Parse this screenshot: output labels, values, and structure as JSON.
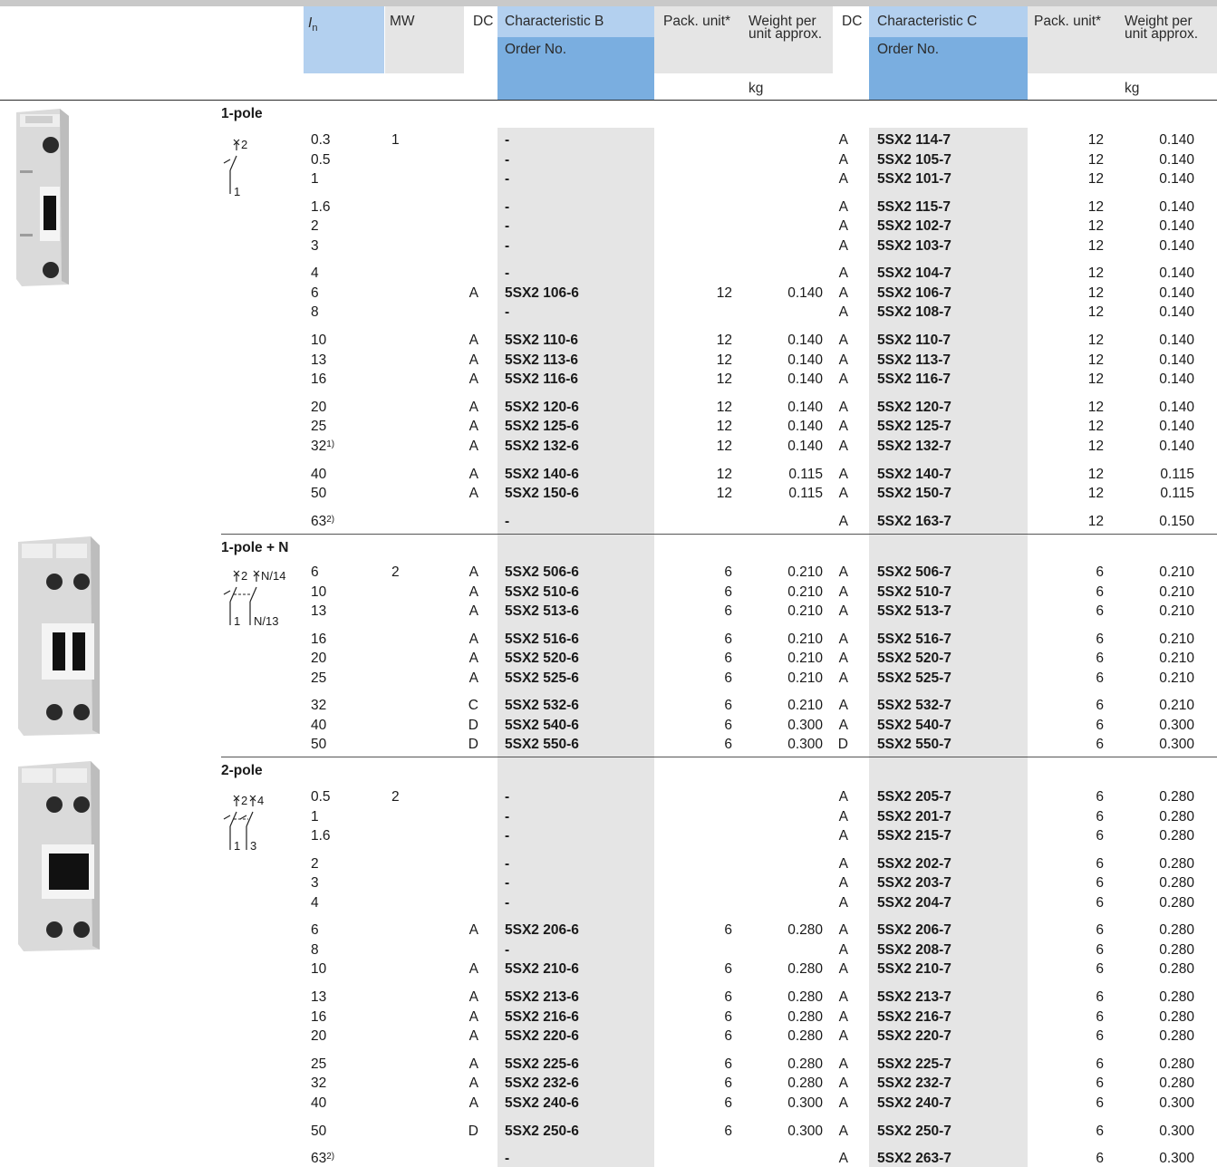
{
  "header": {
    "in_main": "I",
    "in_sub": "n",
    "mw": "MW",
    "dc_b": "DC",
    "char_b": "Characteristic B",
    "order_b": "Order No.",
    "pack_b": "Pack. unit*",
    "weight_b": "Weight per unit approx.",
    "kg_b": "kg",
    "dc_c": "DC",
    "char_c": "Characteristic C",
    "order_c": "Order No.",
    "pack_c": "Pack. unit*",
    "weight_c": "Weight per unit approx.",
    "kg_c": "kg"
  },
  "colors": {
    "blue_light": "#b3d0ef",
    "blue_dark": "#7aaee0",
    "gray_band": "#e5e5e5",
    "rule": "#2a2a2a"
  },
  "sections": [
    {
      "title": "1-pole",
      "mw": "1",
      "symbol_labels": [
        "2",
        "1"
      ],
      "groups": [
        [
          {
            "in": "0.3",
            "sup": "",
            "dcb": "",
            "ob": "-",
            "pb": "",
            "wb": "",
            "dcc": "A",
            "oc": "5SX2 114-7",
            "pc": "12",
            "wc": "0.140"
          },
          {
            "in": "0.5",
            "sup": "",
            "dcb": "",
            "ob": "-",
            "pb": "",
            "wb": "",
            "dcc": "A",
            "oc": "5SX2 105-7",
            "pc": "12",
            "wc": "0.140"
          },
          {
            "in": "1",
            "sup": "",
            "dcb": "",
            "ob": "-",
            "pb": "",
            "wb": "",
            "dcc": "A",
            "oc": "5SX2 101-7",
            "pc": "12",
            "wc": "0.140"
          }
        ],
        [
          {
            "in": "1.6",
            "sup": "",
            "dcb": "",
            "ob": "-",
            "pb": "",
            "wb": "",
            "dcc": "A",
            "oc": "5SX2 115-7",
            "pc": "12",
            "wc": "0.140"
          },
          {
            "in": "2",
            "sup": "",
            "dcb": "",
            "ob": "-",
            "pb": "",
            "wb": "",
            "dcc": "A",
            "oc": "5SX2 102-7",
            "pc": "12",
            "wc": "0.140"
          },
          {
            "in": "3",
            "sup": "",
            "dcb": "",
            "ob": "-",
            "pb": "",
            "wb": "",
            "dcc": "A",
            "oc": "5SX2 103-7",
            "pc": "12",
            "wc": "0.140"
          }
        ],
        [
          {
            "in": "4",
            "sup": "",
            "dcb": "",
            "ob": "-",
            "pb": "",
            "wb": "",
            "dcc": "A",
            "oc": "5SX2 104-7",
            "pc": "12",
            "wc": "0.140"
          },
          {
            "in": "6",
            "sup": "",
            "dcb": "A",
            "ob": "5SX2 106-6",
            "pb": "12",
            "wb": "0.140",
            "dcc": "A",
            "oc": "5SX2 106-7",
            "pc": "12",
            "wc": "0.140"
          },
          {
            "in": "8",
            "sup": "",
            "dcb": "",
            "ob": "-",
            "pb": "",
            "wb": "",
            "dcc": "A",
            "oc": "5SX2 108-7",
            "pc": "12",
            "wc": "0.140"
          }
        ],
        [
          {
            "in": "10",
            "sup": "",
            "dcb": "A",
            "ob": "5SX2 110-6",
            "pb": "12",
            "wb": "0.140",
            "dcc": "A",
            "oc": "5SX2 110-7",
            "pc": "12",
            "wc": "0.140"
          },
          {
            "in": "13",
            "sup": "",
            "dcb": "A",
            "ob": "5SX2 113-6",
            "pb": "12",
            "wb": "0.140",
            "dcc": "A",
            "oc": "5SX2 113-7",
            "pc": "12",
            "wc": "0.140"
          },
          {
            "in": "16",
            "sup": "",
            "dcb": "A",
            "ob": "5SX2 116-6",
            "pb": "12",
            "wb": "0.140",
            "dcc": "A",
            "oc": "5SX2 116-7",
            "pc": "12",
            "wc": "0.140"
          }
        ],
        [
          {
            "in": "20",
            "sup": "",
            "dcb": "A",
            "ob": "5SX2 120-6",
            "pb": "12",
            "wb": "0.140",
            "dcc": "A",
            "oc": "5SX2 120-7",
            "pc": "12",
            "wc": "0.140"
          },
          {
            "in": "25",
            "sup": "",
            "dcb": "A",
            "ob": "5SX2 125-6",
            "pb": "12",
            "wb": "0.140",
            "dcc": "A",
            "oc": "5SX2 125-7",
            "pc": "12",
            "wc": "0.140"
          },
          {
            "in": "32",
            "sup": "1)",
            "dcb": "A",
            "ob": "5SX2 132-6",
            "pb": "12",
            "wb": "0.140",
            "dcc": "A",
            "oc": "5SX2 132-7",
            "pc": "12",
            "wc": "0.140"
          }
        ],
        [
          {
            "in": "40",
            "sup": "",
            "dcb": "A",
            "ob": "5SX2 140-6",
            "pb": "12",
            "wb": "0.115",
            "dcc": "A",
            "oc": "5SX2 140-7",
            "pc": "12",
            "wc": "0.115"
          },
          {
            "in": "50",
            "sup": "",
            "dcb": "A",
            "ob": "5SX2 150-6",
            "pb": "12",
            "wb": "0.115",
            "dcc": "A",
            "oc": "5SX2 150-7",
            "pc": "12",
            "wc": "0.115"
          }
        ],
        [
          {
            "in": "63",
            "sup": "2)",
            "dcb": "",
            "ob": "-",
            "pb": "",
            "wb": "",
            "dcc": "A",
            "oc": "5SX2 163-7",
            "pc": "12",
            "wc": "0.150"
          }
        ]
      ]
    },
    {
      "title": "1-pole + N",
      "mw": "2",
      "symbol_labels": [
        "2",
        "N/14",
        "1",
        "N/13"
      ],
      "groups": [
        [
          {
            "in": "6",
            "sup": "",
            "dcb": "A",
            "ob": "5SX2 506-6",
            "pb": "6",
            "wb": "0.210",
            "dcc": "A",
            "oc": "5SX2 506-7",
            "pc": "6",
            "wc": "0.210"
          },
          {
            "in": "10",
            "sup": "",
            "dcb": "A",
            "ob": "5SX2 510-6",
            "pb": "6",
            "wb": "0.210",
            "dcc": "A",
            "oc": "5SX2 510-7",
            "pc": "6",
            "wc": "0.210"
          },
          {
            "in": "13",
            "sup": "",
            "dcb": "A",
            "ob": "5SX2 513-6",
            "pb": "6",
            "wb": "0.210",
            "dcc": "A",
            "oc": "5SX2 513-7",
            "pc": "6",
            "wc": "0.210"
          }
        ],
        [
          {
            "in": "16",
            "sup": "",
            "dcb": "A",
            "ob": "5SX2 516-6",
            "pb": "6",
            "wb": "0.210",
            "dcc": "A",
            "oc": "5SX2 516-7",
            "pc": "6",
            "wc": "0.210"
          },
          {
            "in": "20",
            "sup": "",
            "dcb": "A",
            "ob": "5SX2 520-6",
            "pb": "6",
            "wb": "0.210",
            "dcc": "A",
            "oc": "5SX2 520-7",
            "pc": "6",
            "wc": "0.210"
          },
          {
            "in": "25",
            "sup": "",
            "dcb": "A",
            "ob": "5SX2 525-6",
            "pb": "6",
            "wb": "0.210",
            "dcc": "A",
            "oc": "5SX2 525-7",
            "pc": "6",
            "wc": "0.210"
          }
        ],
        [
          {
            "in": "32",
            "sup": "",
            "dcb": "C",
            "ob": "5SX2 532-6",
            "pb": "6",
            "wb": "0.210",
            "dcc": "A",
            "oc": "5SX2 532-7",
            "pc": "6",
            "wc": "0.210"
          },
          {
            "in": "40",
            "sup": "",
            "dcb": "D",
            "ob": "5SX2 540-6",
            "pb": "6",
            "wb": "0.300",
            "dcc": "A",
            "oc": "5SX2 540-7",
            "pc": "6",
            "wc": "0.300"
          },
          {
            "in": "50",
            "sup": "",
            "dcb": "D",
            "ob": "5SX2 550-6",
            "pb": "6",
            "wb": "0.300",
            "dcc": "D",
            "oc": "5SX2 550-7",
            "pc": "6",
            "wc": "0.300"
          }
        ]
      ]
    },
    {
      "title": "2-pole",
      "mw": "2",
      "symbol_labels": [
        "2",
        "4",
        "1",
        "3"
      ],
      "groups": [
        [
          {
            "in": "0.5",
            "sup": "",
            "dcb": "",
            "ob": "-",
            "pb": "",
            "wb": "",
            "dcc": "A",
            "oc": "5SX2 205-7",
            "pc": "6",
            "wc": "0.280"
          },
          {
            "in": "1",
            "sup": "",
            "dcb": "",
            "ob": "-",
            "pb": "",
            "wb": "",
            "dcc": "A",
            "oc": "5SX2 201-7",
            "pc": "6",
            "wc": "0.280"
          },
          {
            "in": "1.6",
            "sup": "",
            "dcb": "",
            "ob": "-",
            "pb": "",
            "wb": "",
            "dcc": "A",
            "oc": "5SX2 215-7",
            "pc": "6",
            "wc": "0.280"
          }
        ],
        [
          {
            "in": "2",
            "sup": "",
            "dcb": "",
            "ob": "-",
            "pb": "",
            "wb": "",
            "dcc": "A",
            "oc": "5SX2 202-7",
            "pc": "6",
            "wc": "0.280"
          },
          {
            "in": "3",
            "sup": "",
            "dcb": "",
            "ob": "-",
            "pb": "",
            "wb": "",
            "dcc": "A",
            "oc": "5SX2 203-7",
            "pc": "6",
            "wc": "0.280"
          },
          {
            "in": "4",
            "sup": "",
            "dcb": "",
            "ob": "-",
            "pb": "",
            "wb": "",
            "dcc": "A",
            "oc": "5SX2 204-7",
            "pc": "6",
            "wc": "0.280"
          }
        ],
        [
          {
            "in": "6",
            "sup": "",
            "dcb": "A",
            "ob": "5SX2 206-6",
            "pb": "6",
            "wb": "0.280",
            "dcc": "A",
            "oc": "5SX2 206-7",
            "pc": "6",
            "wc": "0.280"
          },
          {
            "in": "8",
            "sup": "",
            "dcb": "",
            "ob": "-",
            "pb": "",
            "wb": "",
            "dcc": "A",
            "oc": "5SX2 208-7",
            "pc": "6",
            "wc": "0.280"
          },
          {
            "in": "10",
            "sup": "",
            "dcb": "A",
            "ob": "5SX2 210-6",
            "pb": "6",
            "wb": "0.280",
            "dcc": "A",
            "oc": "5SX2 210-7",
            "pc": "6",
            "wc": "0.280"
          }
        ],
        [
          {
            "in": "13",
            "sup": "",
            "dcb": "A",
            "ob": "5SX2 213-6",
            "pb": "6",
            "wb": "0.280",
            "dcc": "A",
            "oc": "5SX2 213-7",
            "pc": "6",
            "wc": "0.280"
          },
          {
            "in": "16",
            "sup": "",
            "dcb": "A",
            "ob": "5SX2 216-6",
            "pb": "6",
            "wb": "0.280",
            "dcc": "A",
            "oc": "5SX2 216-7",
            "pc": "6",
            "wc": "0.280"
          },
          {
            "in": "20",
            "sup": "",
            "dcb": "A",
            "ob": "5SX2 220-6",
            "pb": "6",
            "wb": "0.280",
            "dcc": "A",
            "oc": "5SX2 220-7",
            "pc": "6",
            "wc": "0.280"
          }
        ],
        [
          {
            "in": "25",
            "sup": "",
            "dcb": "A",
            "ob": "5SX2 225-6",
            "pb": "6",
            "wb": "0.280",
            "dcc": "A",
            "oc": "5SX2 225-7",
            "pc": "6",
            "wc": "0.280"
          },
          {
            "in": "32",
            "sup": "",
            "dcb": "A",
            "ob": "5SX2 232-6",
            "pb": "6",
            "wb": "0.280",
            "dcc": "A",
            "oc": "5SX2 232-7",
            "pc": "6",
            "wc": "0.280"
          },
          {
            "in": "40",
            "sup": "",
            "dcb": "A",
            "ob": "5SX2 240-6",
            "pb": "6",
            "wb": "0.300",
            "dcc": "A",
            "oc": "5SX2 240-7",
            "pc": "6",
            "wc": "0.300"
          }
        ],
        [
          {
            "in": "50",
            "sup": "",
            "dcb": "D",
            "ob": "5SX2 250-6",
            "pb": "6",
            "wb": "0.300",
            "dcc": "A",
            "oc": "5SX2 250-7",
            "pc": "6",
            "wc": "0.300"
          }
        ],
        [
          {
            "in": "63",
            "sup": "2)",
            "dcb": "",
            "ob": "-",
            "pb": "",
            "wb": "",
            "dcc": "A",
            "oc": "5SX2 263-7",
            "pc": "6",
            "wc": "0.300"
          }
        ]
      ]
    }
  ]
}
